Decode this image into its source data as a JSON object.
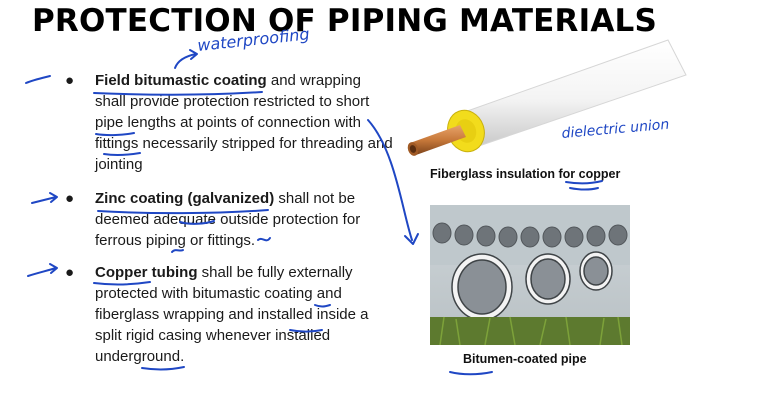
{
  "title": "PROTECTION OF PIPING MATERIALS",
  "bullets": [
    {
      "bold": "Field bitumastic coating",
      "rest": " and wrapping shall provide protection restricted to short pipe lengths at points of connection with fittings necessarily stripped for threading and jointing"
    },
    {
      "bold": "Zinc coating (galvanized)",
      "rest": " shall not be deemed adequate outside protection for ferrous piping or fittings."
    },
    {
      "bold": "Copper tubing",
      "rest": " shall be fully externally protected with bitumastic coating and fiberglass wrapping and installed inside a split rigid casing whenever installed underground."
    }
  ],
  "bullet_glyph": "●",
  "captions": {
    "copper": "Fiberglass insulation for copper",
    "bitumen": "Bitumen-coated pipe"
  },
  "annotations": {
    "waterproofing": "waterproofing",
    "dielectric": "dielectric union"
  },
  "colors": {
    "ink": "#1f47c4",
    "insulation_yellow": "#f2dc1c",
    "copper": "#c8793a"
  }
}
